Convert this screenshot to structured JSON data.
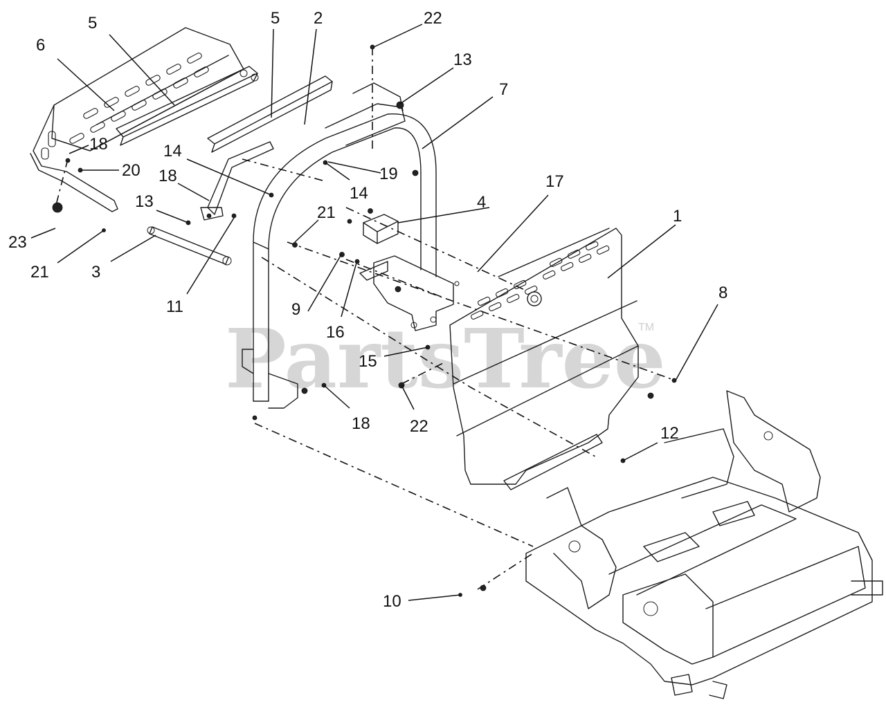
{
  "watermark": {
    "text": "PartsTree",
    "trademark": "TM"
  },
  "callouts": [
    {
      "id": "c1",
      "label": "1"
    },
    {
      "id": "c2",
      "label": "2"
    },
    {
      "id": "c3",
      "label": "3"
    },
    {
      "id": "c4",
      "label": "4"
    },
    {
      "id": "c5a",
      "label": "5"
    },
    {
      "id": "c5b",
      "label": "5"
    },
    {
      "id": "c6",
      "label": "6"
    },
    {
      "id": "c7",
      "label": "7"
    },
    {
      "id": "c8",
      "label": "8"
    },
    {
      "id": "c9",
      "label": "9"
    },
    {
      "id": "c10",
      "label": "10"
    },
    {
      "id": "c11",
      "label": "11"
    },
    {
      "id": "c12",
      "label": "12"
    },
    {
      "id": "c13a",
      "label": "13"
    },
    {
      "id": "c13b",
      "label": "13"
    },
    {
      "id": "c14a",
      "label": "14"
    },
    {
      "id": "c14b",
      "label": "14"
    },
    {
      "id": "c15",
      "label": "15"
    },
    {
      "id": "c16",
      "label": "16"
    },
    {
      "id": "c17",
      "label": "17"
    },
    {
      "id": "c18a",
      "label": "18"
    },
    {
      "id": "c18b",
      "label": "18"
    },
    {
      "id": "c18c",
      "label": "18"
    },
    {
      "id": "c19",
      "label": "19"
    },
    {
      "id": "c20",
      "label": "20"
    },
    {
      "id": "c21a",
      "label": "21"
    },
    {
      "id": "c21b",
      "label": "21"
    },
    {
      "id": "c22a",
      "label": "22"
    },
    {
      "id": "c22b",
      "label": "22"
    },
    {
      "id": "c23",
      "label": "23"
    }
  ]
}
